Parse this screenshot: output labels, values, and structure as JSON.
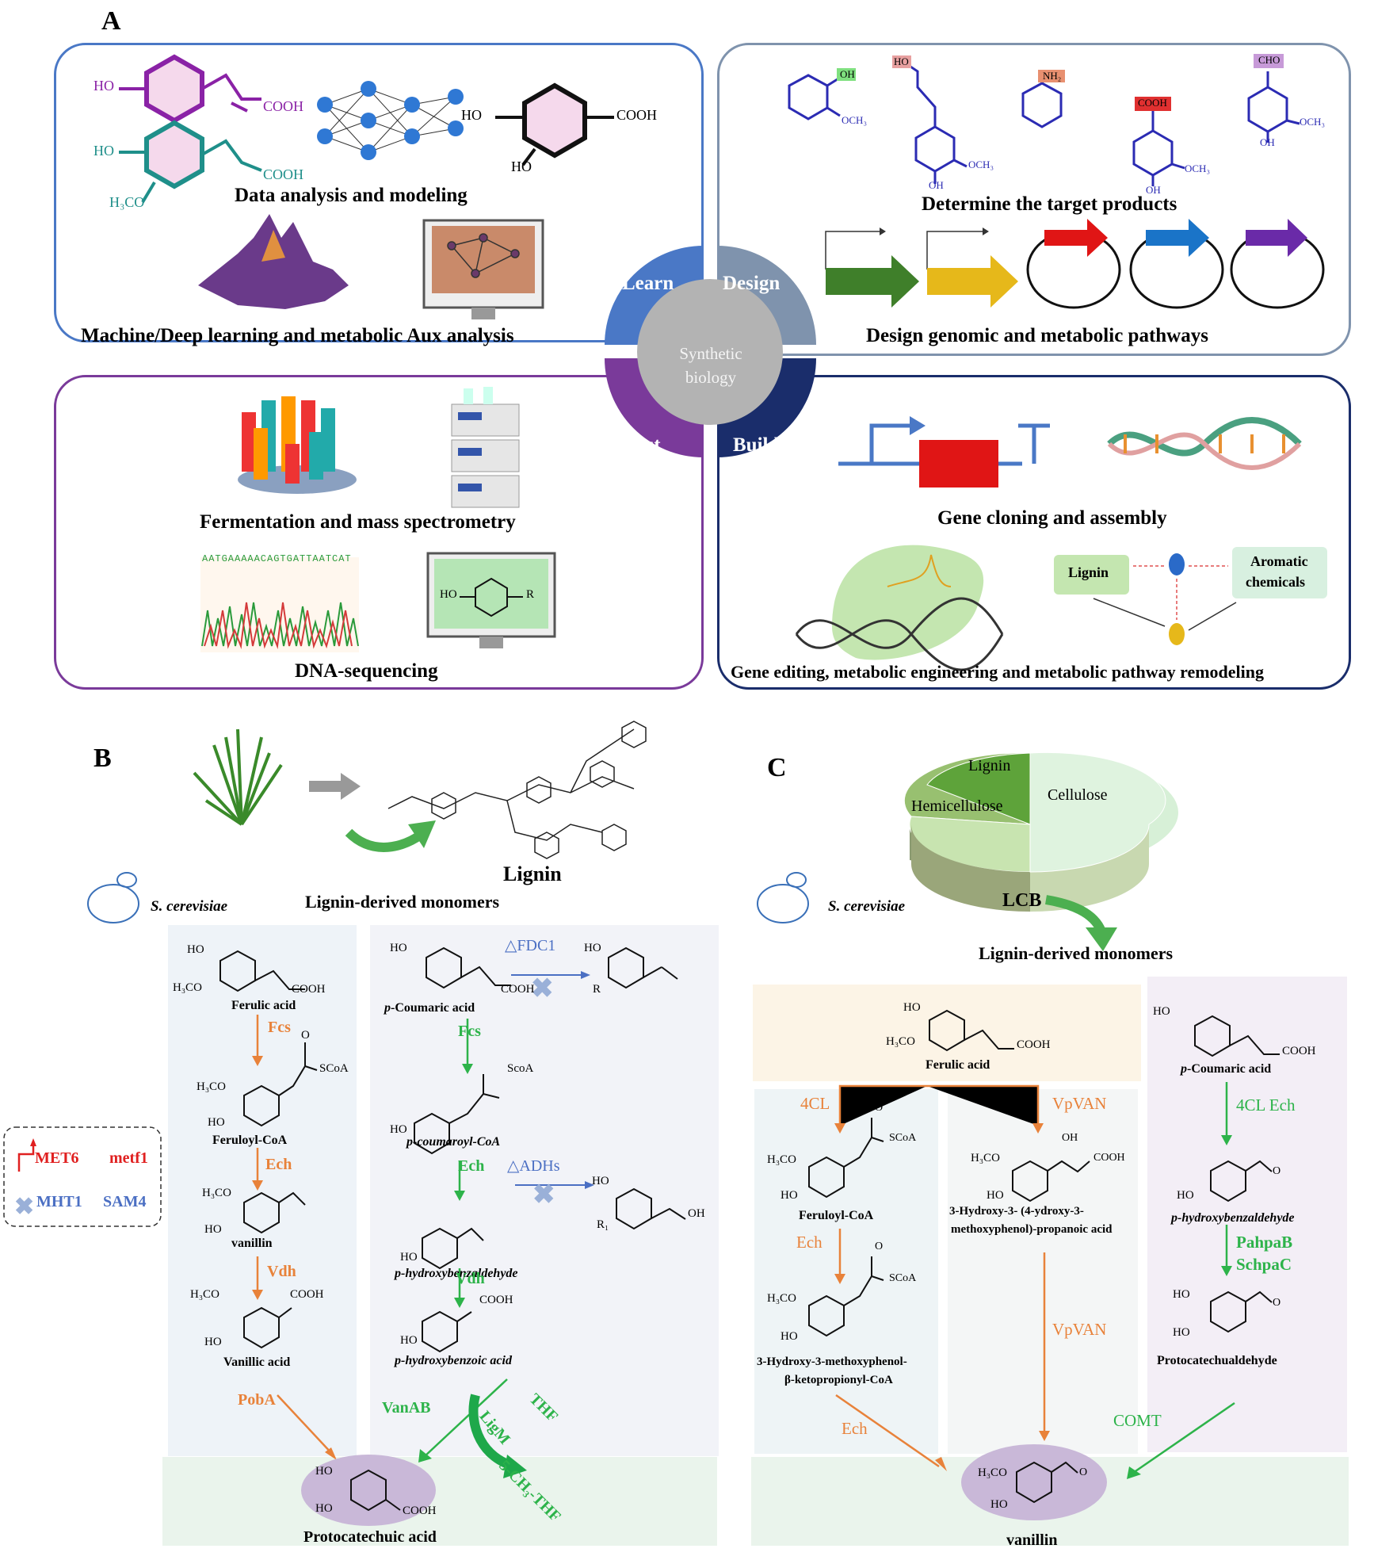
{
  "panelA": {
    "letter": "A",
    "center": {
      "line1": "Synthetic",
      "line2": "biology"
    },
    "wedges": {
      "learn": "Learn",
      "design": "Design",
      "test": "Test",
      "build": "Build"
    },
    "learn": {
      "data_title": "Data analysis and modeling",
      "ml_title": "Machine/Deep learning and metabolic Aux analysis",
      "mol1_ho": "HO",
      "mol1_cooh": "COOH",
      "mol2_ho": "HO",
      "mol2_cooh": "COOH",
      "mol2_och3": "H₃CO",
      "mol3_ho1": "HO",
      "mol3_ho2": "HO",
      "mol3_cooh": "COOH"
    },
    "design": {
      "target_title": "Determine the target products",
      "pathway_title": "Design genomic and metabolic pathways",
      "m1_oh": "OH",
      "m1_och3": "OCH₃",
      "m2_ho": "HO",
      "m2_oh": "OH",
      "m2_och3": "OCH₃",
      "m3_nh2": "NH₂",
      "m4_cooh": "COOH",
      "m4_oh": "OH",
      "m4_och3": "OCH₃",
      "m5_cho": "CHO",
      "m5_oh": "OH",
      "m5_och3": "OCH₃"
    },
    "test": {
      "ferm_title": "Fermentation and mass spectrometry",
      "dna_title": "DNA-sequencing",
      "seq": "AATGAAAAACAGTGATTAATCAT",
      "mol_ho": "HO",
      "mol_r": "R"
    },
    "build": {
      "clone_title": "Gene cloning and assembly",
      "edit_title": "Gene editing, metabolic engineering and metabolic pathway remodeling",
      "lignin_box": "Lignin",
      "aromatic_box1": "Aromatic",
      "aromatic_box2": "chemicals"
    },
    "colors": {
      "learn": "#4a78c6",
      "design": "#7f93ad",
      "test": "#7a3a9a",
      "build": "#1a2d6b",
      "center": "#b3b3b3"
    }
  },
  "panelB": {
    "letter": "B",
    "lignin": "Lignin",
    "monomers": "Lignin-derived monomers",
    "organism": "S. cerevisiae",
    "genes": {
      "met6": "MET6",
      "metf1": "metf1",
      "mht1": "MHT1",
      "sam4": "SAM4"
    },
    "left": {
      "ferulic": "Ferulic acid",
      "fcs": "Fcs",
      "feruloyl": "Feruloyl-CoA",
      "ech": "Ech",
      "vanillin": "vanillin",
      "vdh": "Vdh",
      "vanillic": "Vanillic acid",
      "poba": "PobA",
      "s_ho": "HO",
      "s_h3co": "H₃CO",
      "s_cooh": "COOH",
      "s_scoa": "SCoA",
      "s_o": "O"
    },
    "right": {
      "coumaric": "p-Coumaric acid",
      "fdc1": "△FDC1",
      "fcs": "Fcs",
      "coumaroyl": "p-coumaroyl-CoA",
      "ech": "Ech",
      "adhs": "△ADHs",
      "hba": "p-hydroxybenzaldehyde",
      "vdh": "Vdh",
      "hbacid": "p-hydroxybenzoic acid",
      "vanab": "VanAB",
      "ligm": "LigM",
      "thf": "THF",
      "ch3thf": "5-CH₃-THF",
      "s_ho": "HO",
      "s_r": "R",
      "s_r1": "R₁",
      "s_oh": "OH",
      "s_cooh": "COOH",
      "s_scoa": "ScoA"
    },
    "product": "Protocatechuic acid"
  },
  "panelC": {
    "letter": "C",
    "pie": {
      "lignin": "Lignin",
      "hemicellulose": "Hemicellulose",
      "cellulose": "Cellulose"
    },
    "lcb": "LCB",
    "monomers": "Lignin-derived monomers",
    "organism": "S. cerevisiae",
    "ferulic": "Ferulic acid",
    "coumaric": "p-Coumaric acid",
    "e_4cl": "4CL",
    "feruloyl": "Feruloyl-CoA",
    "ech1": "Ech",
    "ketoprop1": "3-Hydroxy-3-methoxyphenol-",
    "ketoprop2": "β-ketopropionyl-CoA",
    "ech2": "Ech",
    "vpvan1": "VpVAN",
    "hydroxyacid1": "3-Hydroxy-3- (4-ydroxy-3-",
    "hydroxyacid2": "methoxyphenol)-propanoic acid",
    "vpvan2": "VpVAN",
    "e_4cl_ech": "4CL Ech",
    "hba": "p-hydroxybenzaldehyde",
    "pahpab": "PahpaB",
    "schpac": "SchpaC",
    "protocatechualdehyde": "Protocatechualdehyde",
    "comt": "COMT",
    "product": "vanillin",
    "s_ho": "HO",
    "s_h3co": "H₃CO",
    "s_cooh": "COOH",
    "s_scoa": "SCoA",
    "s_oh": "OH",
    "s_o": "O"
  }
}
